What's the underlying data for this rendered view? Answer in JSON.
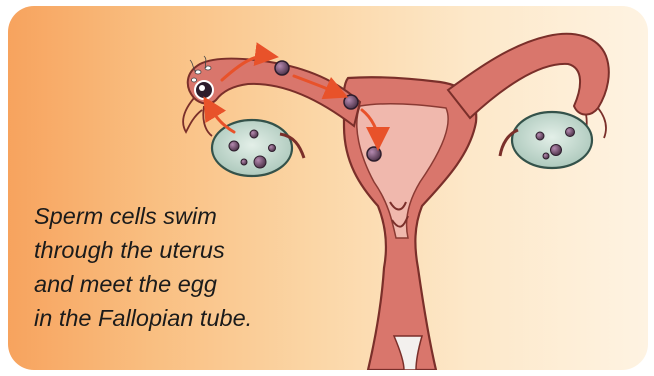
{
  "caption": {
    "lines": [
      "Sperm cells swim",
      "through the uterus",
      "and meet the egg",
      "in the Fallopian tube."
    ]
  },
  "colors": {
    "background_left": "#f7a35e",
    "background_right": "#fef3e2",
    "uterus_fill": "#d9766c",
    "uterus_outline": "#7a2f2a",
    "uterus_lining": "#f0b8ad",
    "ovary_fill": "#c9ddd2",
    "egg_dark": "#4a3046",
    "egg_light": "#a87ca0",
    "arrow": "#e8522a"
  },
  "icons": [
    "sperm-cells-icon",
    "egg-cell-icon",
    "ovary-icon",
    "arrow-icon"
  ]
}
